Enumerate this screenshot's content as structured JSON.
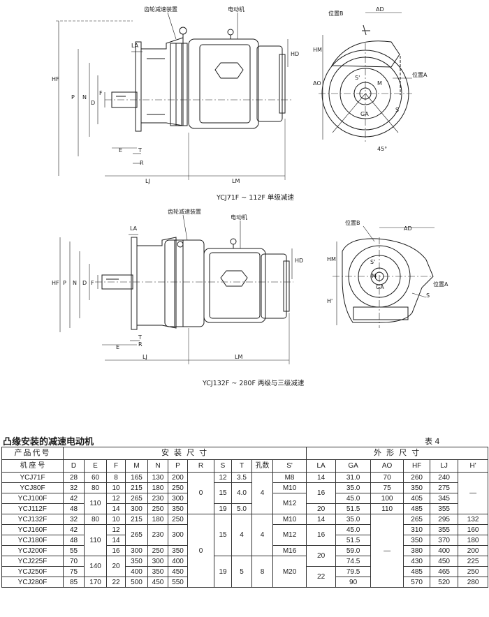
{
  "drawing1": {
    "label_gear": "齿轮减速装置",
    "label_motor": "电动机",
    "caption": "YCJ71F ~ 112F 单级减速",
    "dims": {
      "LA": "LA",
      "HD": "HD",
      "HF": "HF",
      "P": "P",
      "N": "N",
      "D": "D",
      "F": "F",
      "E": "E",
      "T": "T",
      "R": "R",
      "LJ": "LJ",
      "LM": "LM"
    },
    "end_view": {
      "pos_b": "位置B",
      "ad": "AD",
      "hm": "HM",
      "ao": "AO",
      "pos_a": "位置A",
      "s_prime": "S'",
      "m": "M",
      "ga": "GA",
      "s": "S",
      "angle": "45°"
    }
  },
  "drawing2": {
    "label_gear": "齿轮减速装置",
    "label_motor": "电动机",
    "caption": "YCJ132F ~ 280F 两级与三级减速",
    "dims": {
      "LA": "LA",
      "HD": "HD",
      "HF": "HF",
      "P": "P",
      "N": "N",
      "D": "D",
      "F": "F",
      "E": "E",
      "T": "T",
      "R": "R",
      "LJ": "LJ",
      "LM": "LM"
    },
    "end_view": {
      "pos_b": "位置B",
      "ad": "AD",
      "hm": "HM",
      "h_prime": "H'",
      "pos_a": "位置A",
      "s_prime": "S'",
      "m": "M",
      "ga": "GA",
      "s": "S"
    }
  },
  "table": {
    "title": "凸缘安装的减速电动机",
    "table_no": "表 4",
    "header1": {
      "product_code": "产品代号",
      "install": "安 装 尺 寸",
      "outline": "外 形 尺 寸"
    },
    "header2": [
      "机 座 号",
      "D",
      "E",
      "F",
      "M",
      "N",
      "P",
      "R",
      "S",
      "T",
      "孔数",
      "S'",
      "LA",
      "GA",
      "AO",
      "HF",
      "LJ",
      "H'"
    ],
    "rows": [
      {
        "frame": "YCJ71F",
        "D": "28",
        "E": "60",
        "F": "8",
        "M": "165",
        "N": "130",
        "P": "200",
        "S": "12",
        "T": "3.5",
        "Sp": "M8",
        "LA": "14",
        "GA": "31.0",
        "AO": "70",
        "HF": "260",
        "LJ": "240"
      },
      {
        "frame": "YCJ80F",
        "D": "32",
        "E": "80",
        "F": "10",
        "M": "215",
        "N": "180",
        "P": "250",
        "Sp": "M10",
        "GA": "35.0",
        "AO": "75",
        "HF": "350",
        "LJ": "275"
      },
      {
        "frame": "YCJ100F",
        "D": "42",
        "F": "12",
        "M": "265",
        "N": "230",
        "P": "300",
        "GA": "45.0",
        "AO": "100",
        "HF": "405",
        "LJ": "345"
      },
      {
        "frame": "YCJ112F",
        "D": "48",
        "F": "14",
        "M": "300",
        "N": "250",
        "P": "350",
        "S": "19",
        "T": "5.0",
        "LA": "20",
        "GA": "51.5",
        "AO": "110",
        "HF": "485",
        "LJ": "355"
      },
      {
        "frame": "YCJ132F",
        "D": "32",
        "E": "80",
        "F": "10",
        "M": "215",
        "N": "180",
        "P": "250",
        "Sp": "M10",
        "LA": "14",
        "GA": "35.0",
        "HF": "265",
        "LJ": "295",
        "Hp": "132"
      },
      {
        "frame": "YCJ160F",
        "D": "42",
        "F": "12",
        "GA": "45.0",
        "HF": "310",
        "LJ": "355",
        "Hp": "160"
      },
      {
        "frame": "YCJ180F",
        "D": "48",
        "F": "14",
        "GA": "51.5",
        "HF": "350",
        "LJ": "370",
        "Hp": "180"
      },
      {
        "frame": "YCJ200F",
        "D": "55",
        "F": "16",
        "M": "300",
        "N": "250",
        "P": "350",
        "Sp": "M16",
        "GA": "59.0",
        "HF": "380",
        "LJ": "400",
        "Hp": "200"
      },
      {
        "frame": "YCJ225F",
        "D": "70",
        "F": "20",
        "M": "350",
        "N": "300",
        "P": "400",
        "GA": "74.5",
        "HF": "430",
        "LJ": "450",
        "Hp": "225"
      },
      {
        "frame": "YCJ250F",
        "D": "75",
        "M": "400",
        "N": "350",
        "P": "450",
        "GA": "79.5",
        "HF": "485",
        "LJ": "465",
        "Hp": "250"
      },
      {
        "frame": "YCJ280F",
        "D": "85",
        "E": "170",
        "F": "22",
        "M": "500",
        "N": "450",
        "P": "550",
        "GA": "90",
        "HF": "570",
        "LJ": "520",
        "Hp": "280"
      }
    ],
    "merged": {
      "E_100_112": "110",
      "E_160_200": "110",
      "E_225_250": "140",
      "MNP_160_180": {
        "M": "265",
        "N": "230",
        "P": "300"
      },
      "R_group1": "0",
      "R_group2": "0",
      "S_80_100": "15",
      "T_80_100": "4.0",
      "holes_group1": "4",
      "Sp_100_112": "M12",
      "LA_80_100": "16",
      "Hp_group1": "—",
      "S_132_200": "15",
      "T_132_200": "4",
      "holes_132_200": "4",
      "Sp_160_180": "M12",
      "LA_160_180": "16",
      "S_225_280": "19",
      "T_225_280": "5",
      "holes_225_280": "8",
      "Sp_225_280": "M20",
      "LA_200_225": "20",
      "LA_250_280": "22",
      "AO_group2": "—"
    }
  }
}
